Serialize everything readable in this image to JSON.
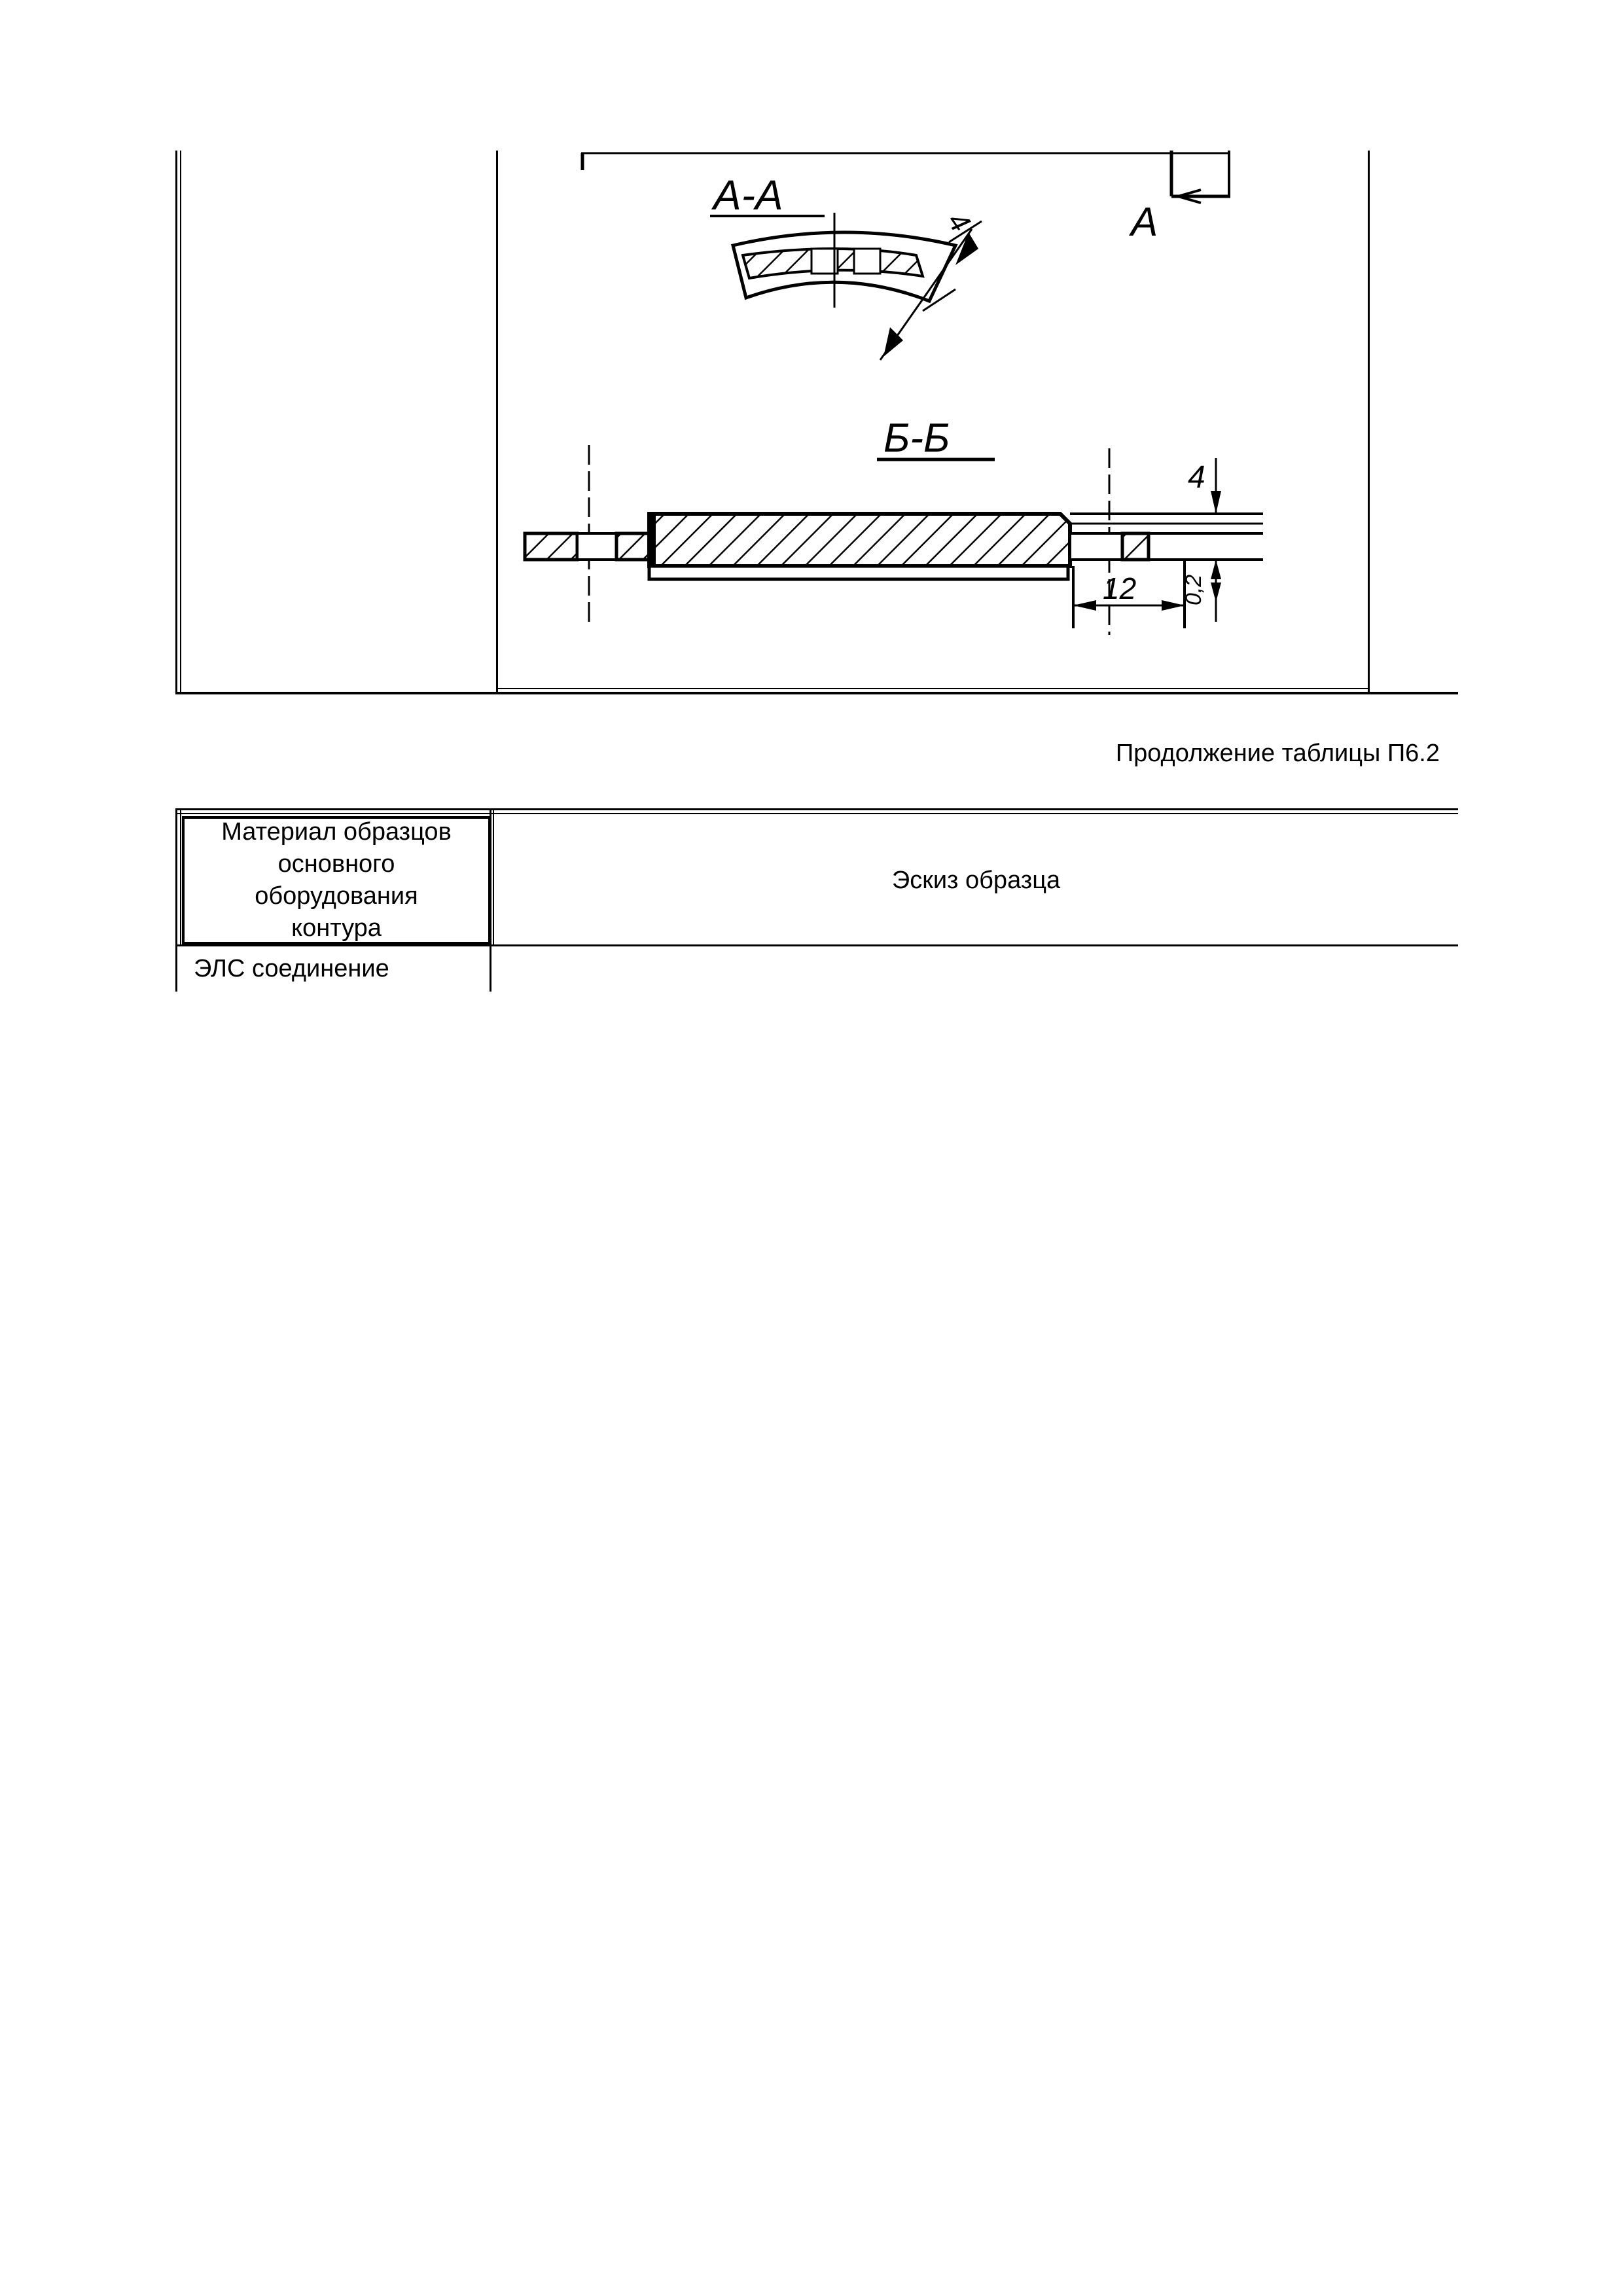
{
  "sketch": {
    "section_a_label": "А-А",
    "section_b_label": "Б-Б",
    "view_marker": "А",
    "dim_4_top": "4",
    "dim_4_side": "4",
    "dim_12": "12",
    "dim_02": "0,2"
  },
  "caption": "Продолжение таблицы П6.2",
  "table": {
    "header_material_lines": [
      "Материал образцов",
      "основного",
      "оборудования",
      "контура"
    ],
    "header_sketch": "Эскиз образца",
    "row2_material": "ЭЛС соединение"
  }
}
